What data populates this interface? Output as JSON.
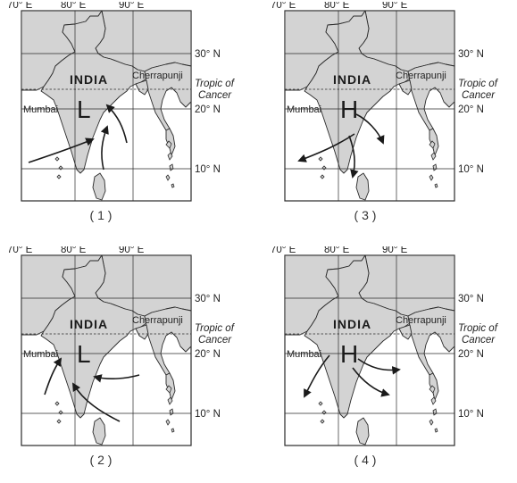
{
  "labels": {
    "lon_70": "70° E",
    "lon_80": "80° E",
    "lon_90": "90° E",
    "lat_30": "30° N",
    "lat_20": "20° N",
    "lat_10": "10° N",
    "tropic_line1": "Tropic of",
    "tropic_line2": "Cancer",
    "country": "INDIA",
    "city_west": "Mumbai",
    "city_east": "Cherrapunji"
  },
  "panels": [
    {
      "caption": "( 1 )",
      "pressure": "L",
      "arrow_direction": "inward"
    },
    {
      "caption": "( 3 )",
      "pressure": "H",
      "arrow_direction": "outward"
    },
    {
      "caption": "( 2 )",
      "pressure": "L",
      "arrow_direction": "inward"
    },
    {
      "caption": "( 4 )",
      "pressure": "H",
      "arrow_direction": "outward"
    }
  ],
  "colors": {
    "land": "#d3d3d3",
    "sea": "#ffffff",
    "outline": "#2a2a2a",
    "arrow": "#1a1a1a"
  }
}
